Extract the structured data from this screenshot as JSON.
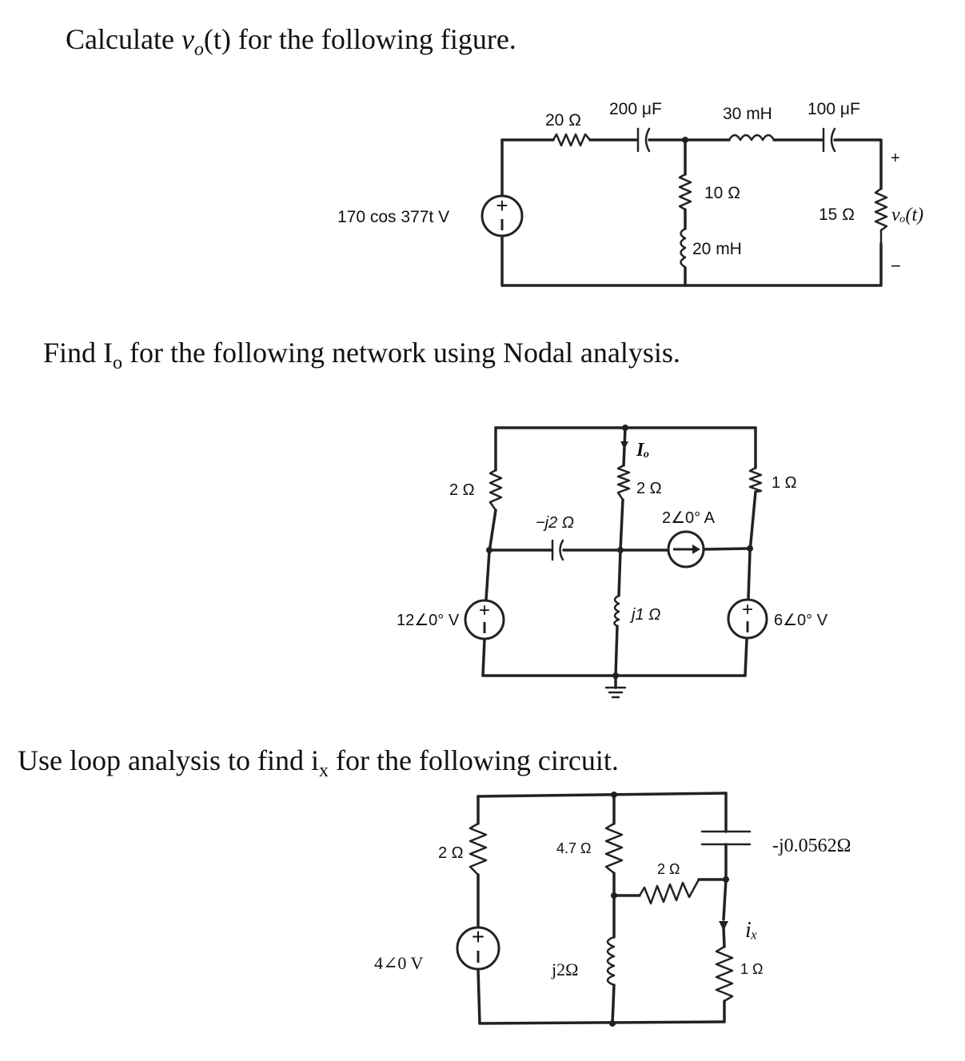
{
  "question1": {
    "prefix": "Calculate ",
    "var": "v",
    "sub": "o",
    "suffix": "(t) for the following figure.",
    "source": "170 cos 377t V",
    "r1": "20 Ω",
    "c1": "200 μF",
    "l1": "30 mH",
    "c2": "100 μF",
    "r2": "10 Ω",
    "l2": "20 mH",
    "r3": "15 Ω",
    "vout": "vₒ(t)",
    "plus": "+",
    "minus": "−"
  },
  "question2": {
    "text_a": "Find I",
    "text_sub": "o",
    "text_b": " for the following network using Nodal analysis.",
    "r_left": "2 Ω",
    "c_mid": "−j2 Ω",
    "current_label": "Iₒ",
    "r_center": "2 Ω",
    "r_right": "1 Ω",
    "isource": "2∠0° A",
    "vs_left": "12∠0° V",
    "l_center": "j1 Ω",
    "vs_right": "6∠0° V"
  },
  "question3": {
    "text_a": "Use loop analysis to find i",
    "text_sub": "x",
    "text_b": " for the following circuit.",
    "r_left": "2 Ω",
    "r_mid": "4.7 Ω",
    "r_branch": "2 Ω",
    "cap": "-j0.0562Ω",
    "ix": "iₓ",
    "r_right": "1 Ω",
    "vs": "4∠0 V",
    "ind": "j2Ω"
  }
}
